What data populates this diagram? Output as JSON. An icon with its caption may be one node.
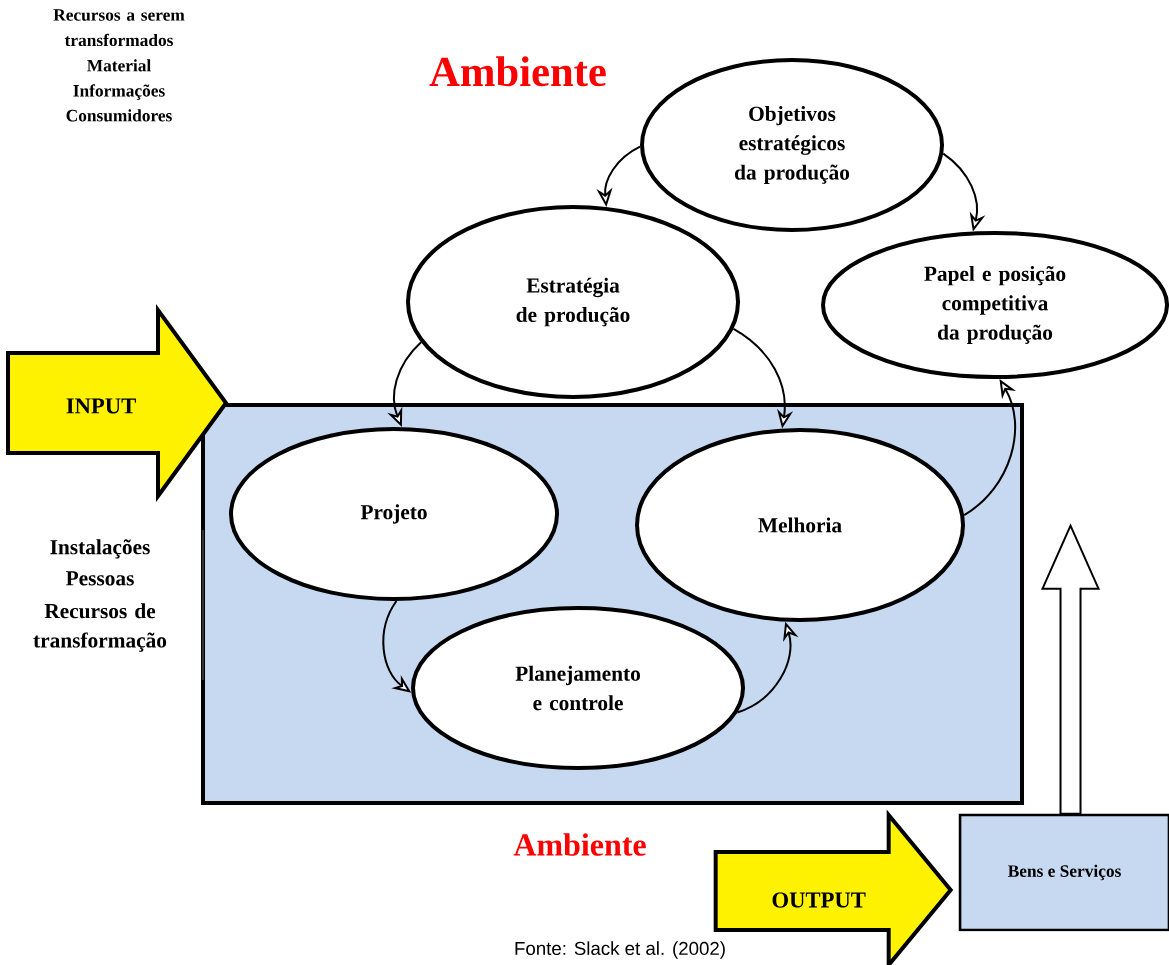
{
  "diagram": {
    "caption": "Fonte: Slack et al. (2002)",
    "nodes": [
      {
        "text": [
          "Objetivos estratégicos da produção"
        ]
      },
      {
        "text": [
          "Estratégia de produção"
        ]
      },
      {
        "text": [
          "Papel e posição competitiva da produção"
        ]
      },
      {
        "text": [],
        "shape": "box"
      },
      {
        "text": [
          "Projeto"
        ],
        "in": 3
      },
      {
        "text": [
          "Melhoria"
        ],
        "in": 3
      },
      {
        "text": [
          "Planejamento e controle"
        ],
        "in": 3
      },
      {
        "text": [
          "Bens e Serviços"
        ]
      }
    ],
    "edges": [
      {
        "from": 0,
        "to": 1,
        "arrow": "to"
      },
      {
        "from": 0,
        "to": 2,
        "arrow": "to"
      },
      {
        "from": 1,
        "to": 4,
        "arrow": "to"
      },
      {
        "from": 1,
        "to": 5,
        "arrow": "to"
      },
      {
        "from": 4,
        "to": 6,
        "arrow": "to"
      },
      {
        "from": 6,
        "to": 5,
        "arrow": "to"
      },
      {
        "from": 5,
        "to": 2,
        "arrow": "to"
      },
      {
        "from": 7,
        "to": null,
        "arrow": "to"
      },
      {
        "from": null,
        "to": 3,
        "arrow": "to",
        "label": "INPUT"
      },
      {
        "from": null,
        "to": 7,
        "arrow": "to",
        "label": "OUTPUT"
      }
    ],
    "labels": [
      "Recursos a serem transformados",
      "Material",
      "Informações",
      "Consumidores",
      "Ambiente",
      "Instalações",
      "Pessoas",
      "Recursos de transformação",
      "Ambiente"
    ]
  }
}
